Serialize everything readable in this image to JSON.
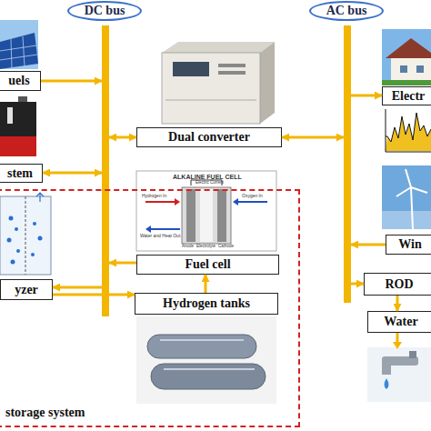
{
  "diagram": {
    "nodes": [
      {
        "text": [
          "DC bus"
        ]
      },
      {
        "text": [
          "AC bus"
        ]
      },
      {
        "text": [
          "uels"
        ]
      },
      {
        "text": [
          "Dual converter"
        ]
      },
      {
        "text": [
          "Electr"
        ]
      },
      {
        "text": [
          "stem"
        ]
      },
      {
        "text": [
          "storage system"
        ]
      },
      {
        "text": [
          "yzer"
        ],
        "in": 6
      },
      {
        "text": [
          "Fuel cell"
        ],
        "in": 6
      },
      {
        "text": [
          "Win"
        ]
      },
      {
        "text": [
          "Hydrogen tanks"
        ],
        "in": 6
      },
      {
        "text": [
          "ROD"
        ]
      },
      {
        "text": [
          "Water"
        ]
      }
    ],
    "edges": [
      {
        "from": 2,
        "to": 0,
        "arrow": "to"
      },
      {
        "from": 3,
        "to": 0,
        "arrow": "both"
      },
      {
        "from": 3,
        "to": 1,
        "arrow": "both"
      },
      {
        "from": 1,
        "to": 4,
        "arrow": "to"
      },
      {
        "from": 5,
        "to": 0,
        "arrow": "both"
      },
      {
        "from": 0,
        "to": 7,
        "arrow": "to"
      },
      {
        "from": 8,
        "to": 0,
        "arrow": "to"
      },
      {
        "from": 9,
        "to": 1,
        "arrow": "to"
      },
      {
        "from": 1,
        "to": 11,
        "arrow": "to"
      },
      {
        "from": 7,
        "to": 10,
        "arrow": "to"
      },
      {
        "from": 10,
        "to": 8,
        "arrow": "to"
      },
      {
        "from": 11,
        "to": 12,
        "arrow": "to"
      }
    ],
    "labels": [
      "ALKALINE FUEL CELL",
      "Electric Current",
      "Hydrogen In",
      "Oxygen In",
      "Water and Heat Out",
      "Anode",
      "Electrolyte",
      "Cathode"
    ]
  }
}
